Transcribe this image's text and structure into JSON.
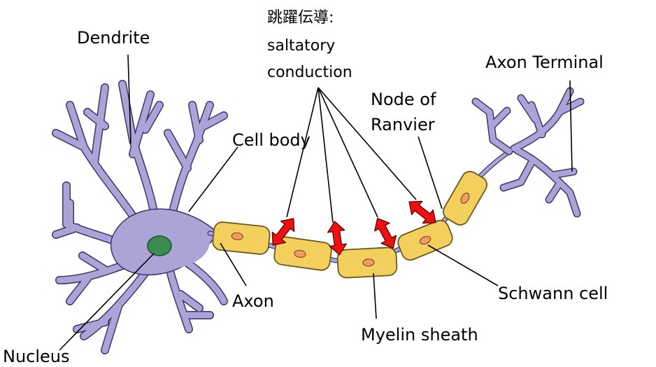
{
  "labels": {
    "dendrite": "Dendrite",
    "saltatory_line1": "跳躍伝導:",
    "saltatory_line2": "saltatory",
    "saltatory_line3": "conduction",
    "axon_terminal": "Axon Terminal",
    "node_line1": "Node of",
    "node_line2": "Ranvier",
    "cell_body": "Cell body",
    "axon": "Axon",
    "schwann": "Schwann cell",
    "myelin": "Myelin sheath",
    "nucleus": "Nucleus"
  },
  "colors": {
    "neuron": "#aca4d6",
    "neuron_outline": "#3c3670",
    "nucleus": "#3a8a52",
    "myelin": "#f3cf5e",
    "myelin_outline": "#6b5a1a",
    "schwann_nucleus": "#ef9d66",
    "arrow": "#ee1111"
  }
}
